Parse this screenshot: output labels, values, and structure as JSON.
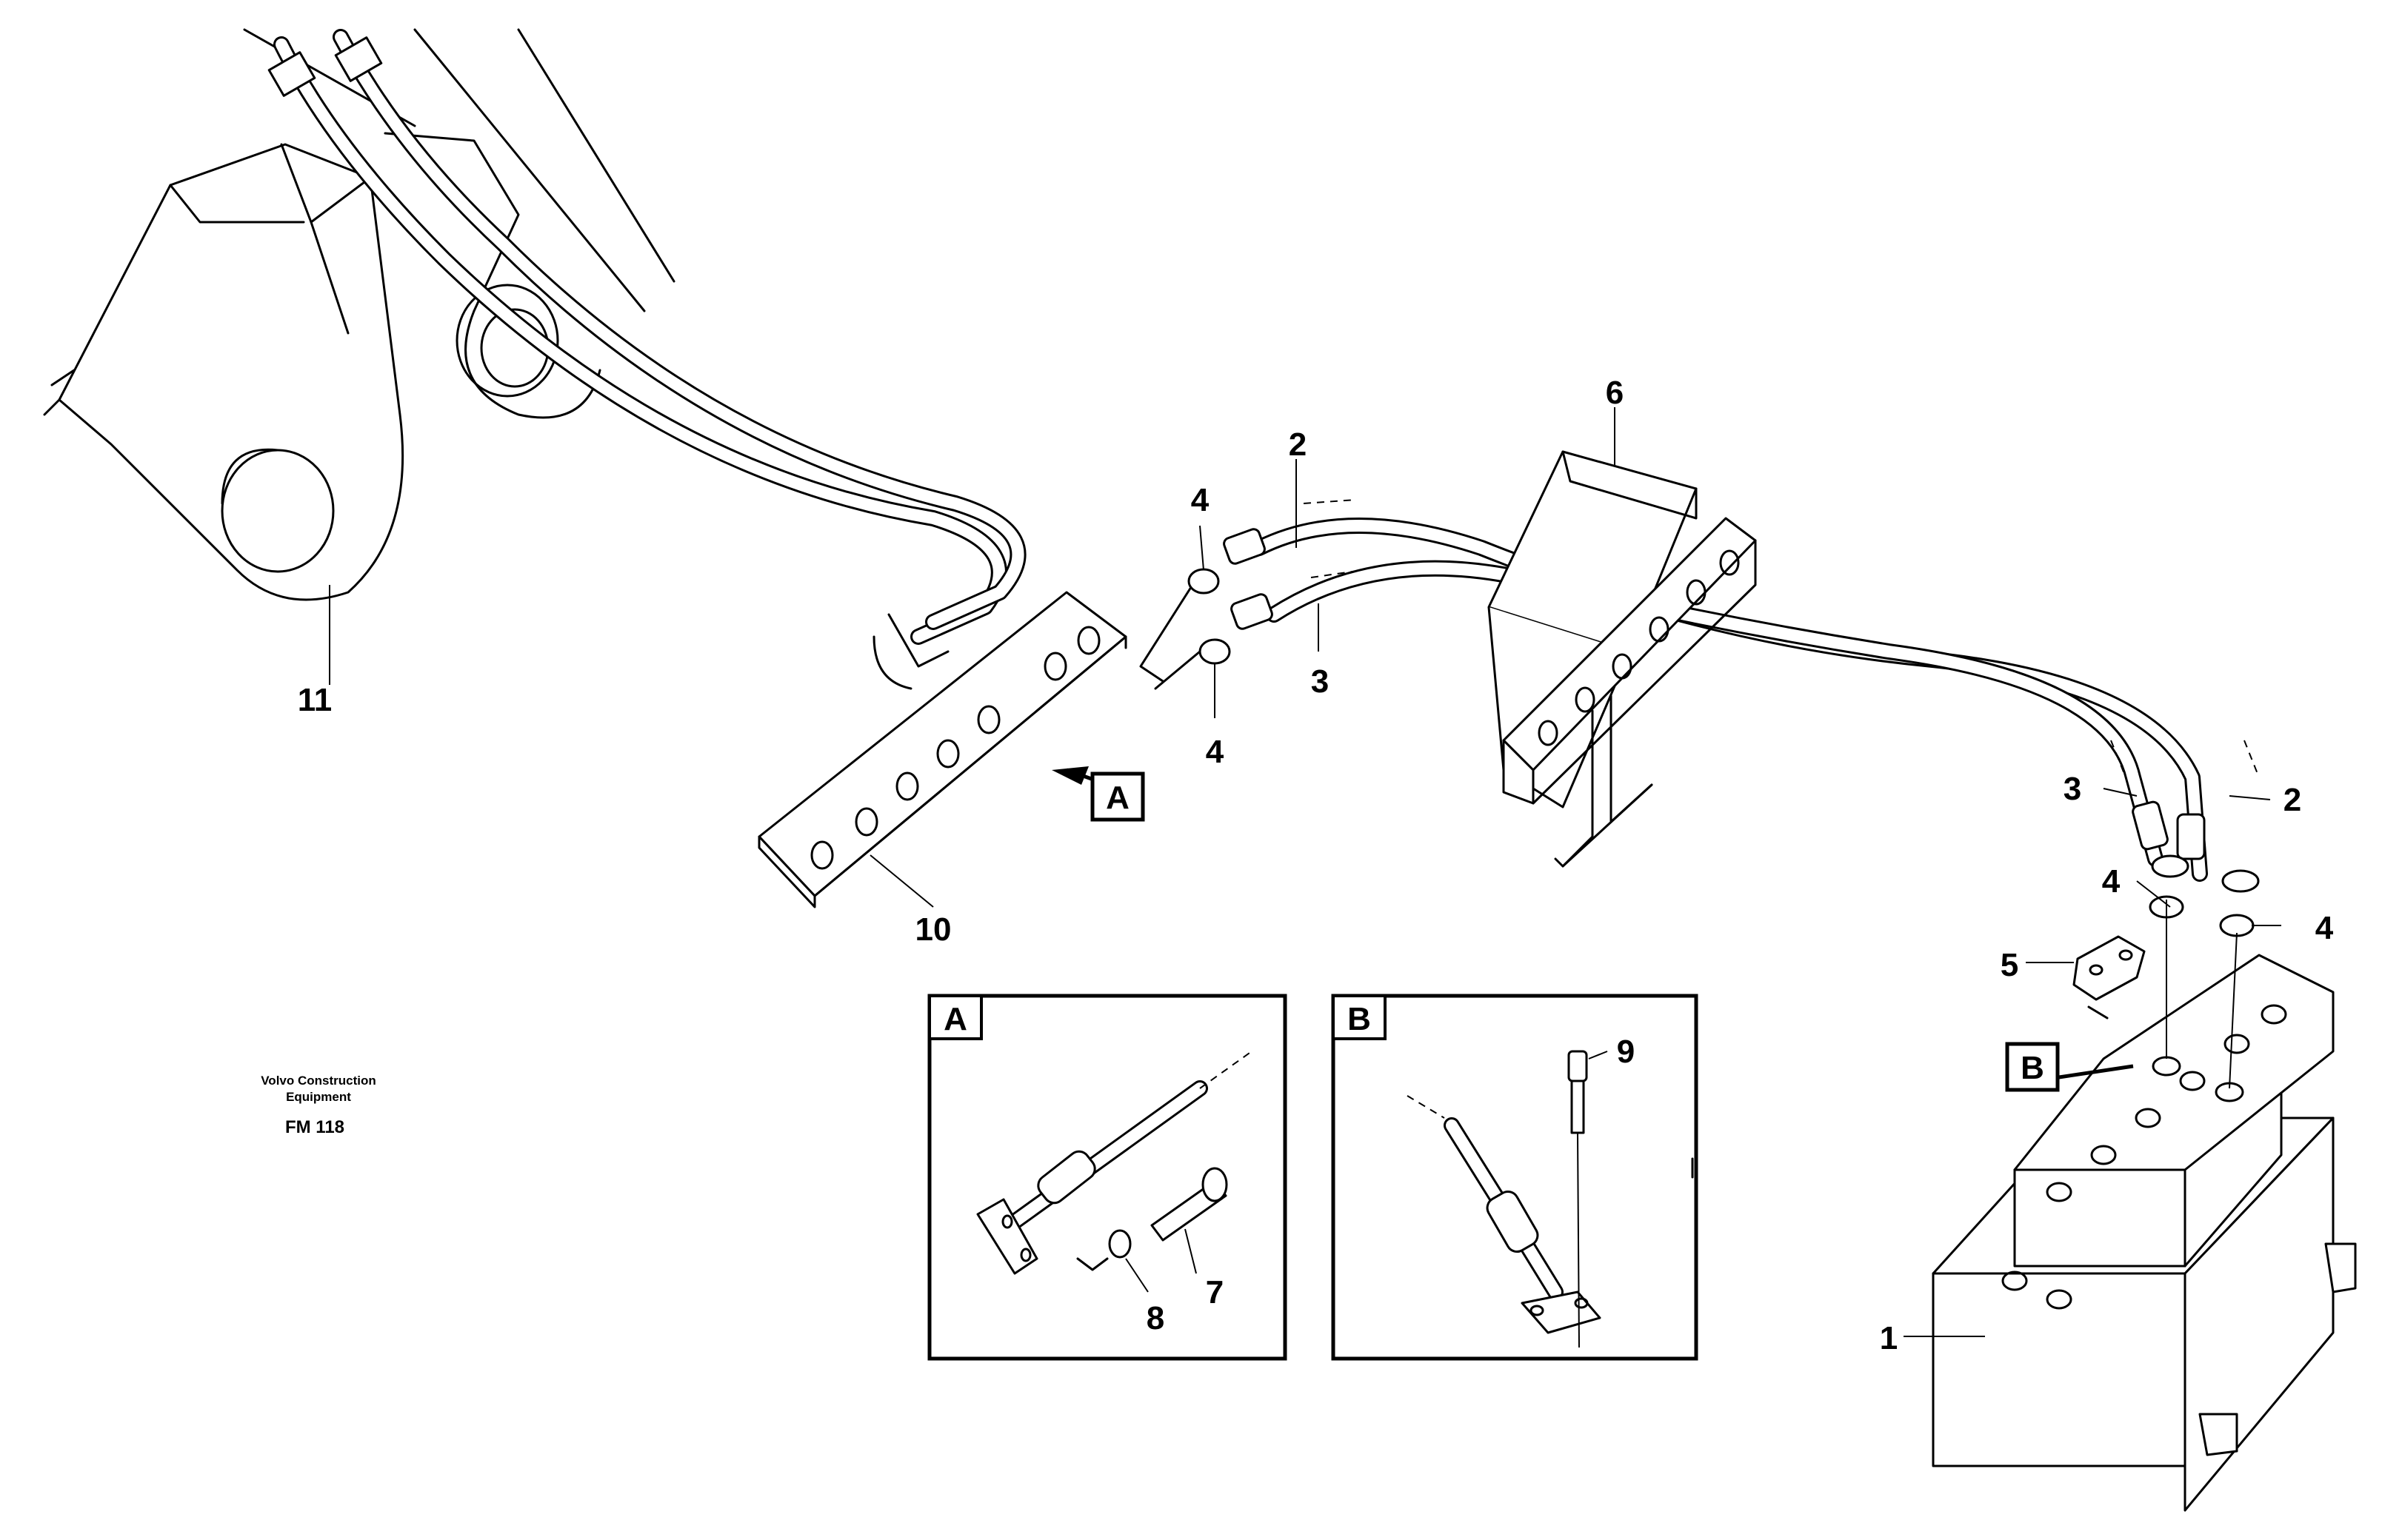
{
  "callouts": {
    "c1": "1",
    "c2a": "2",
    "c2b": "2",
    "c3a": "3",
    "c3b": "3",
    "c4a": "4",
    "c4b": "4",
    "c4c": "4",
    "c4d": "4",
    "c5": "5",
    "c6": "6",
    "c7": "7",
    "c8": "8",
    "c9": "9",
    "c10": "10",
    "c11": "11"
  },
  "detail_refs": {
    "a_marker": "A",
    "b_marker": "B",
    "a_inset_title": "A",
    "b_inset_title": "B"
  },
  "caption": {
    "line1": "Volvo Construction",
    "line2": "Equipment",
    "code": "FM 118"
  }
}
